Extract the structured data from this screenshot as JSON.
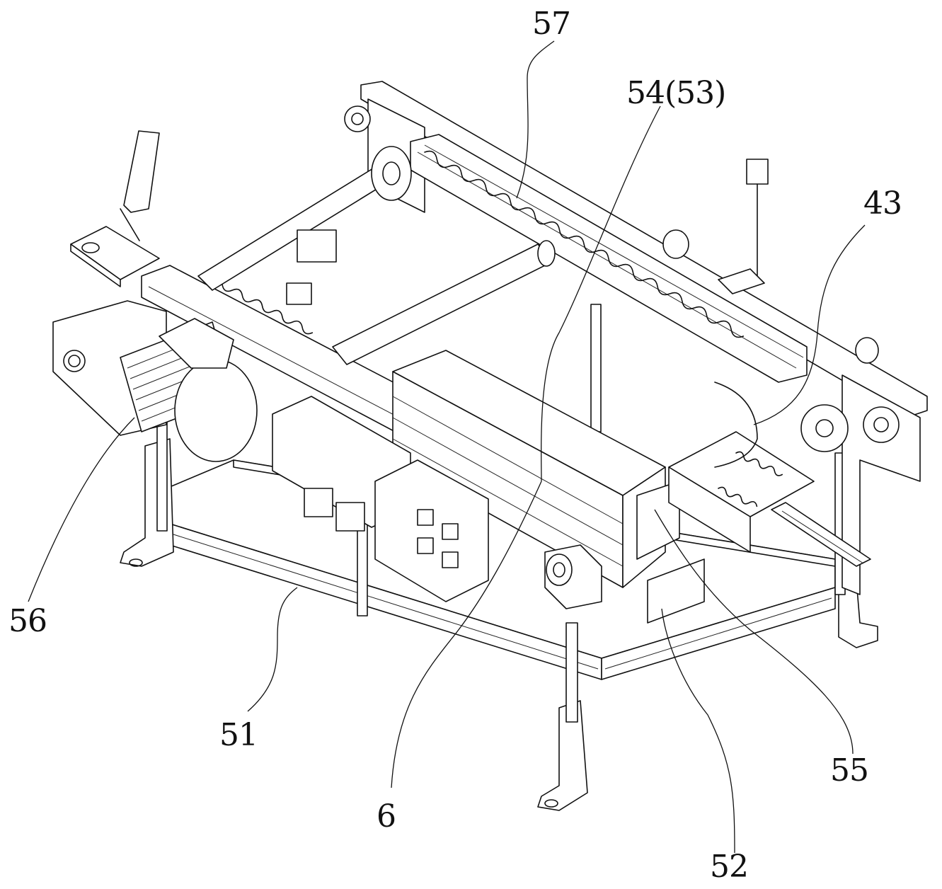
{
  "figure": {
    "type": "mechanical-isometric-line-drawing",
    "callouts": [
      {
        "id": "57",
        "text": "57",
        "points_to": "chain-guide-rail"
      },
      {
        "id": "54-53",
        "text": "54(53)",
        "points_to": "linear-slide-cylinder"
      },
      {
        "id": "43",
        "text": "43",
        "points_to": "sprocket-guard"
      },
      {
        "id": "56",
        "text": "56",
        "points_to": "drive-motor"
      },
      {
        "id": "51",
        "text": "51",
        "points_to": "base-frame"
      },
      {
        "id": "6",
        "text": "6",
        "points_to": "actuator-module"
      },
      {
        "id": "52",
        "text": "52",
        "points_to": "support-bracket"
      },
      {
        "id": "55",
        "text": "55",
        "points_to": "drag-chain"
      }
    ]
  },
  "colors": {
    "line": "#111111",
    "background": "#ffffff"
  }
}
